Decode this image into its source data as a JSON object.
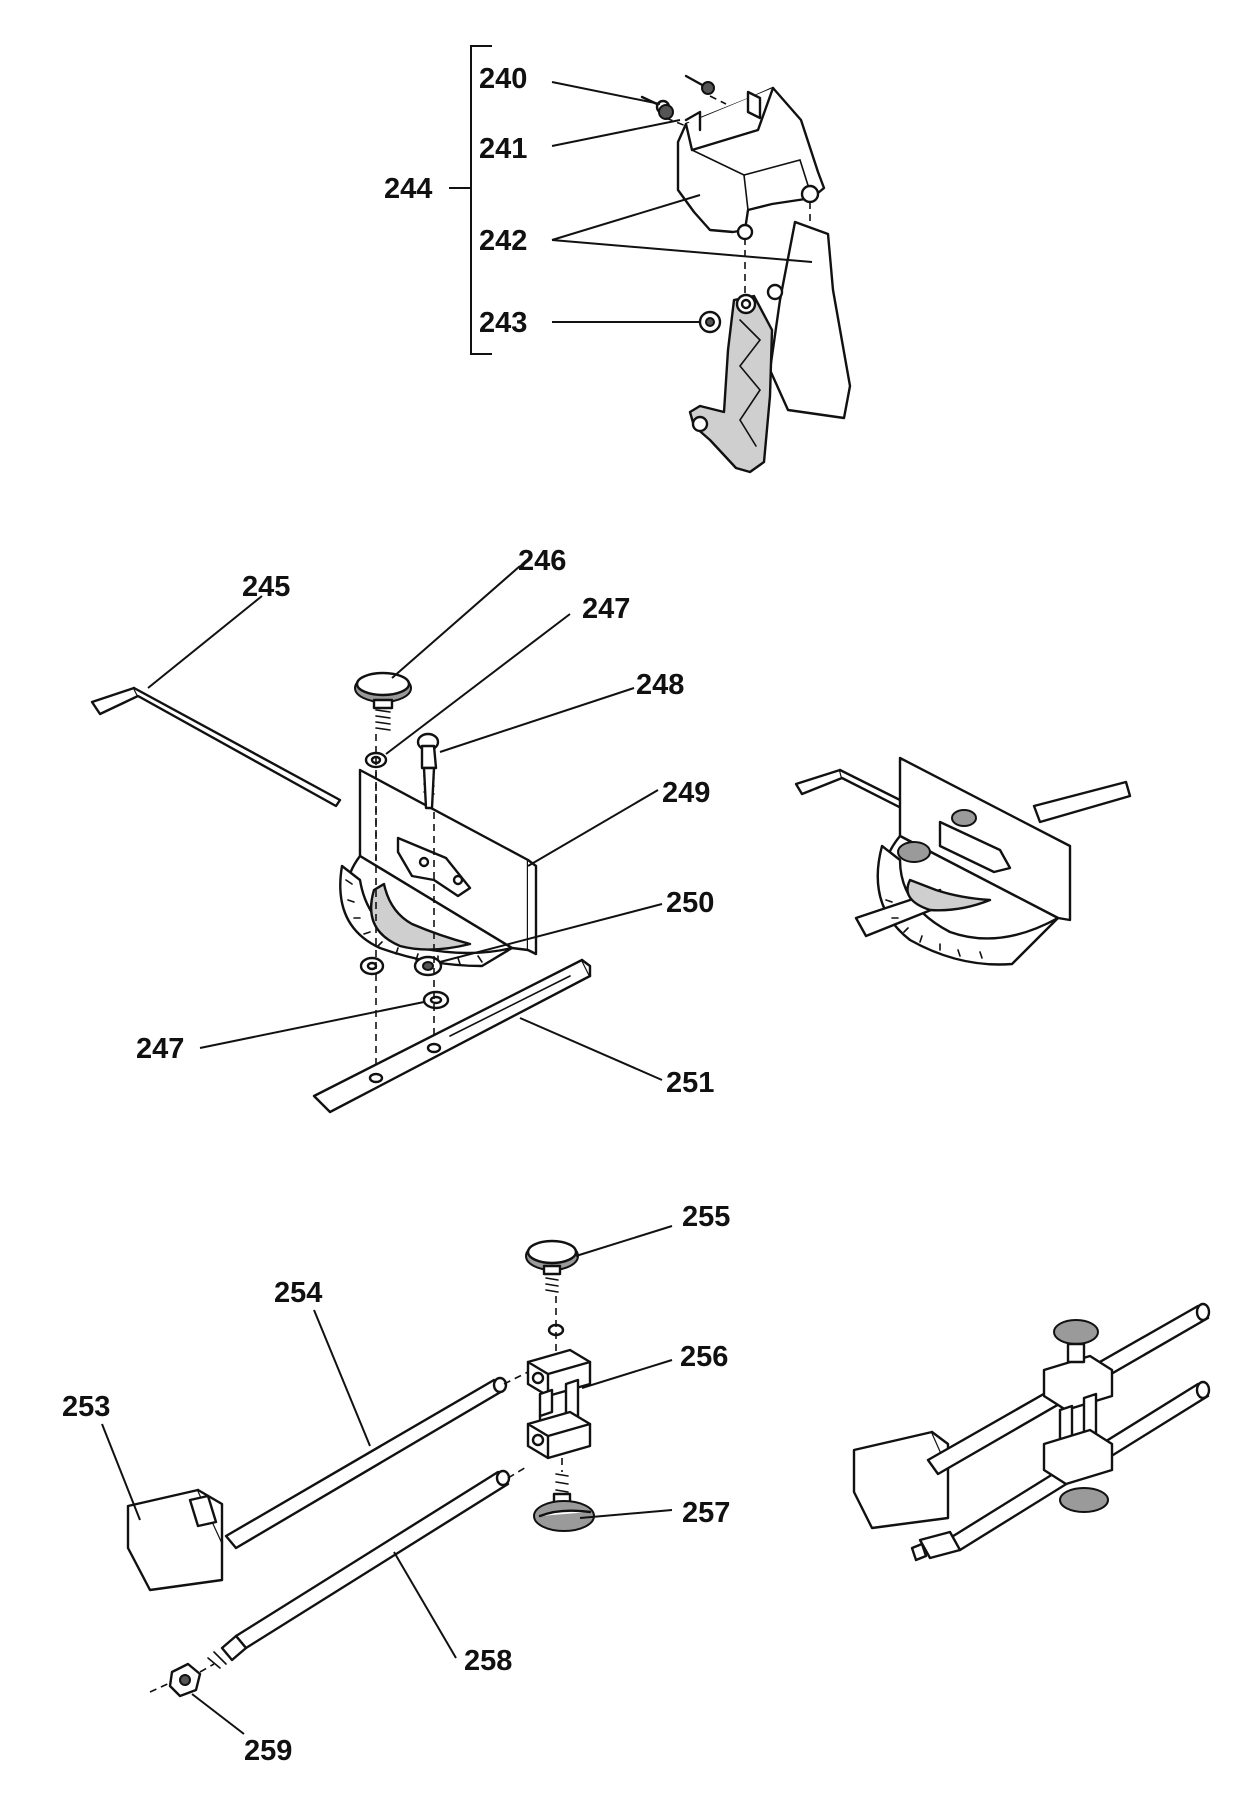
{
  "labels": {
    "l240": "240",
    "l241": "241",
    "l242": "242",
    "l243": "243",
    "l244": "244",
    "l245": "245",
    "l246": "246",
    "l247a": "247",
    "l247b": "247",
    "l248": "248",
    "l249": "249",
    "l250": "250",
    "l251": "251",
    "l253": "253",
    "l254": "254",
    "l255": "255",
    "l256": "256",
    "l257": "257",
    "l258": "258",
    "l259": "259"
  }
}
